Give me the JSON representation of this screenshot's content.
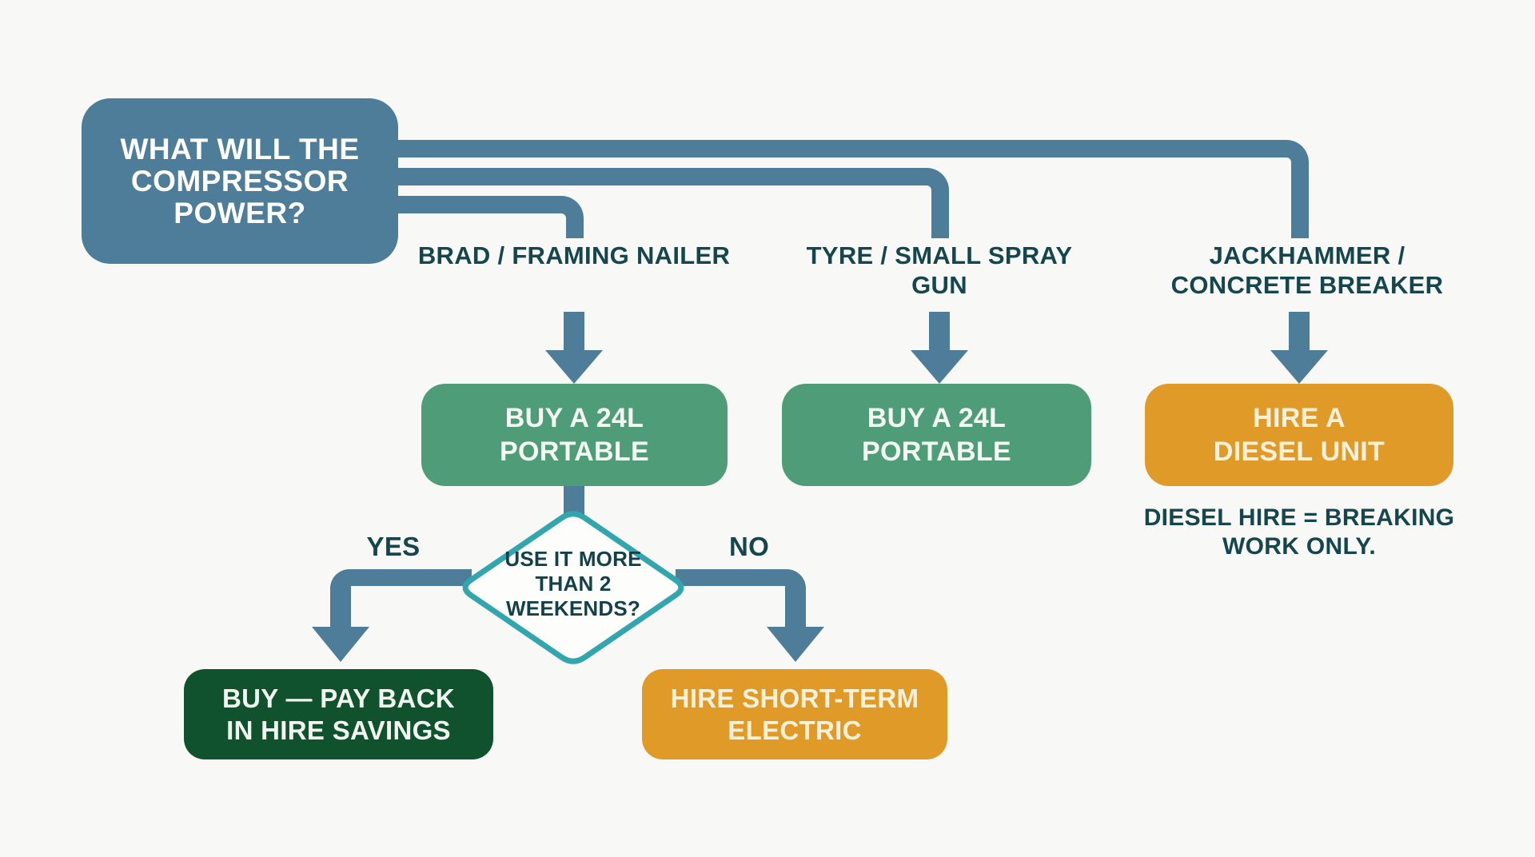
{
  "palette": {
    "steel_blue": "#4D7D99",
    "jade_green": "#4F9D78",
    "amber_orange": "#E09A28",
    "forest_green": "#11522E",
    "teal_outline": "#32A6AE",
    "dark_teal_text": "#15464E",
    "cream_text": "#F7F0DB",
    "background": "#F8F8F6"
  },
  "root_question": {
    "lines": [
      "WHAT WILL THE",
      "COMPRESSOR",
      "POWER?"
    ]
  },
  "branches": [
    {
      "label_lines": [
        "BRAD / FRAMING",
        "NAILER"
      ],
      "result_lines": [
        "BUY A 24L",
        "PORTABLE"
      ],
      "result_variant": "green"
    },
    {
      "label_lines": [
        "TYRE / SMALL",
        "SPRAY GUN"
      ],
      "result_lines": [
        "BUY A 24L",
        "PORTABLE"
      ],
      "result_variant": "green"
    },
    {
      "label_lines": [
        "JACKHAMMER /",
        "CONCRETE BREAKER"
      ],
      "result_lines": [
        "HIRE A",
        "DIESEL UNIT"
      ],
      "result_variant": "orange",
      "note_lines": [
        "DIESEL HIRE = BREAKING",
        "WORK ONLY."
      ]
    }
  ],
  "decision": {
    "question_lines": [
      "USE IT",
      "MORE THAN 2",
      "WEEKENDS?"
    ],
    "yes": {
      "label": "YES",
      "result_lines": [
        "BUY — PAY BACK",
        "IN HIRE SAVINGS"
      ],
      "result_variant": "dark-green"
    },
    "no": {
      "label": "NO",
      "result_lines": [
        "HIRE SHORT-TERM",
        "ELECTRIC"
      ],
      "result_variant": "orange"
    }
  }
}
